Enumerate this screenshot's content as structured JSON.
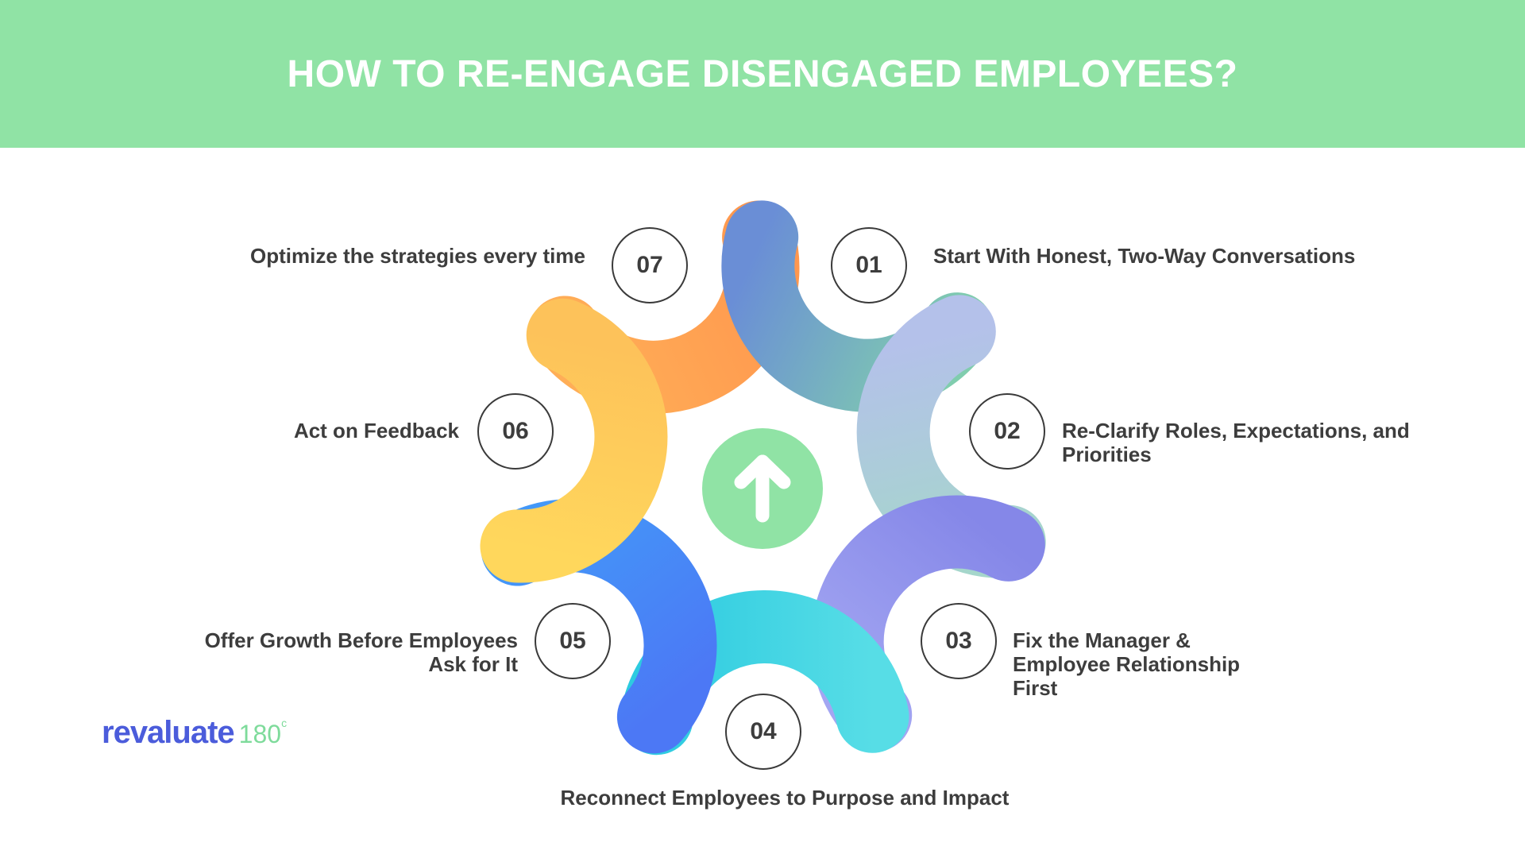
{
  "header": {
    "title": "HOW TO RE-ENGAGE DISENGAGED EMPLOYEES?",
    "background_color": "#90E3A5"
  },
  "center": {
    "icon": "arrow-up-icon",
    "color": "#90E3A5"
  },
  "steps": [
    {
      "number": "01",
      "label_lines": [
        "Start With Honest, Two-Way Conversations"
      ],
      "colors": [
        "#6A8ED6",
        "#80CDAE"
      ]
    },
    {
      "number": "02",
      "label_lines": [
        "Re-Clarify Roles, Expectations, and",
        "Priorities"
      ],
      "colors": [
        "#B4C1EA",
        "#A5D6CB"
      ]
    },
    {
      "number": "03",
      "label_lines": [
        "Fix the Manager &",
        "Employee Relationship",
        "First"
      ],
      "colors": [
        "#8587E8",
        "#A3A6F2"
      ]
    },
    {
      "number": "04",
      "label_lines": [
        "Reconnect Employees to Purpose and Impact"
      ],
      "colors": [
        "#57DDE6",
        "#2DCBE0"
      ]
    },
    {
      "number": "05",
      "label_lines": [
        "Offer Growth Before Employees",
        "Ask for It"
      ],
      "colors": [
        "#4C78F5",
        "#4398F8"
      ]
    },
    {
      "number": "06",
      "label_lines": [
        "Act on Feedback"
      ],
      "colors": [
        "#FFD75C",
        "#FDC25A"
      ]
    },
    {
      "number": "07",
      "label_lines": [
        "Optimize the strategies every time"
      ],
      "colors": [
        "#FFAE57",
        "#FF974E"
      ]
    }
  ],
  "logo": {
    "word": "revaluate",
    "number": "180",
    "degree": "c"
  }
}
